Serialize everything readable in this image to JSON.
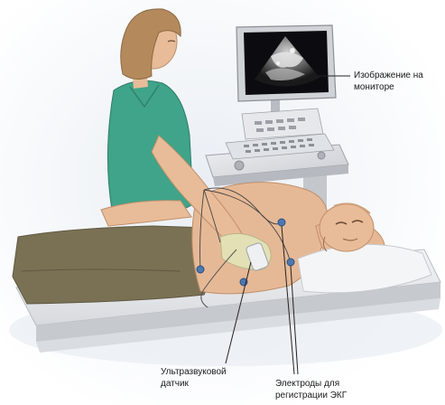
{
  "labels": {
    "monitor": {
      "line1": "Изображение на",
      "line2": "мониторе"
    },
    "probe": {
      "line1": "Ультразвуковой",
      "line2": "датчик"
    },
    "electrodes": {
      "line1": "Электроды для",
      "line2": "регистрации ЭКГ"
    }
  },
  "colors": {
    "background": "#ffffff",
    "scrubs": "#3fa489",
    "patient_pants": "#7a7155",
    "skin": "#e6b996",
    "couch": "#e4e6ea",
    "monitor_screen": "#0c0c10",
    "glove": "#e3e0b5",
    "electrode": "#4d78b0"
  }
}
